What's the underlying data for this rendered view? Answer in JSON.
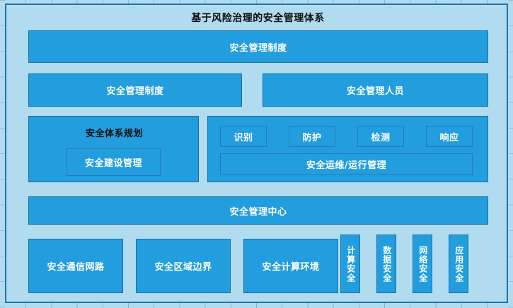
{
  "diagram": {
    "title": "基于风险治理的安全管理体系",
    "background_color": "#b1dcef",
    "block_color": "#229ddd",
    "border_color": "#1b6fa4",
    "text_color": "#ffffff",
    "title_color": "#0d0d0d"
  },
  "row_policy": {
    "label": "安全管理制度"
  },
  "row_org": {
    "left_label": "安全管理制度",
    "right_label": "安全管理人员"
  },
  "row_planning": {
    "panel_label": "安全体系规划",
    "inner_label": "安全建设管理"
  },
  "row_operations": {
    "pills": [
      {
        "label": "识别"
      },
      {
        "label": "防护"
      },
      {
        "label": "检测"
      },
      {
        "label": "响应"
      }
    ],
    "wide_label": "安全运维/运行管理"
  },
  "row_center": {
    "label": "安全管理中心"
  },
  "row_zones": {
    "wide_blocks": [
      {
        "label": "安全通信网路"
      },
      {
        "label": "安全区域边界"
      },
      {
        "label": "安全计算环境"
      }
    ],
    "vertical_blocks": [
      {
        "label": "计算安全"
      },
      {
        "label": "数据安全"
      },
      {
        "label": "网络安全"
      },
      {
        "label": "应用安全"
      }
    ]
  }
}
